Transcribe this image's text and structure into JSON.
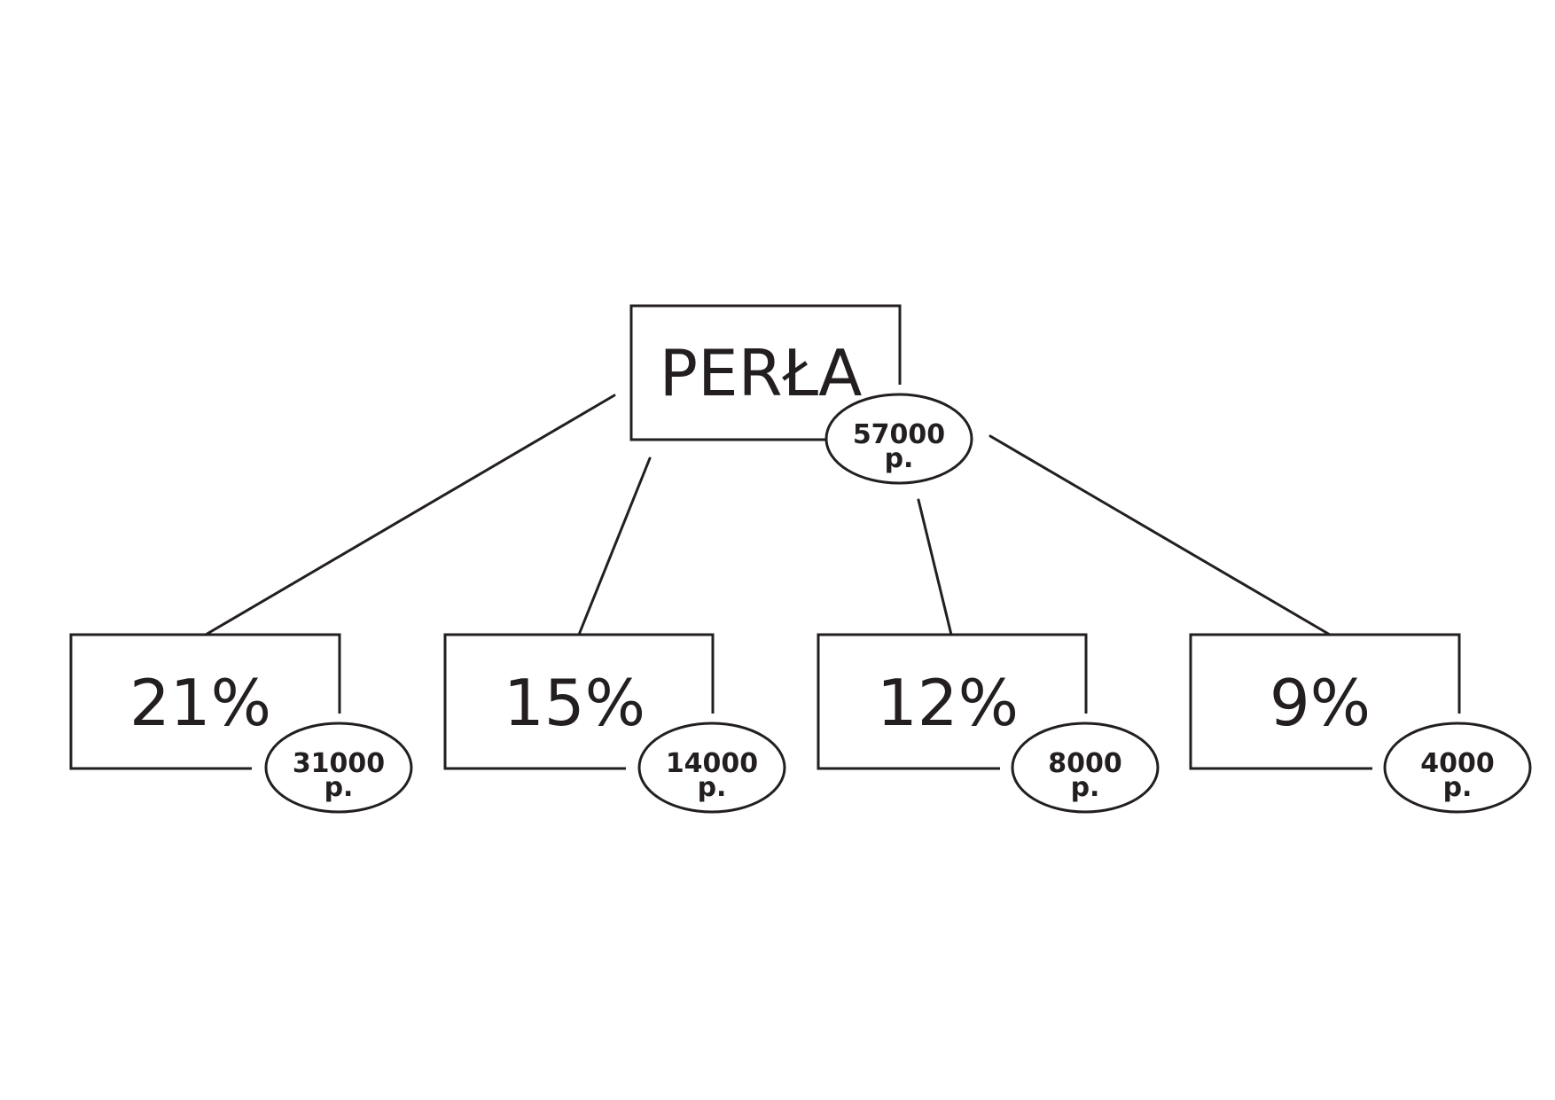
{
  "root": {
    "label": "PERŁA",
    "badge_value": "57000",
    "badge_unit": "p."
  },
  "children": [
    {
      "label": "21%",
      "badge_value": "31000",
      "badge_unit": "p."
    },
    {
      "label": "15%",
      "badge_value": "14000",
      "badge_unit": "p."
    },
    {
      "label": "12%",
      "badge_value": "8000",
      "badge_unit": "p."
    },
    {
      "label": "9%",
      "badge_value": "4000",
      "badge_unit": "p."
    }
  ],
  "colors": {
    "ink": "#231f20",
    "background": "#ffffff"
  }
}
